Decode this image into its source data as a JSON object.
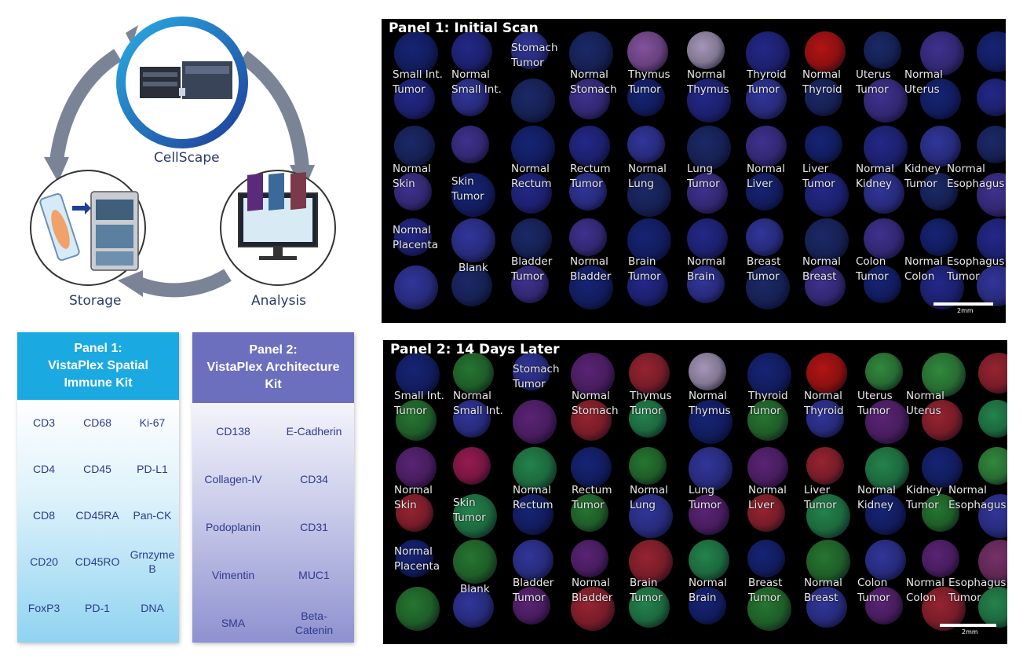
{
  "cycle": {
    "top_label": "CellScape",
    "left_label": "Storage",
    "right_label": "Analysis",
    "icons": [
      "cellscape-instrument-icon",
      "storage-cabinet-icon",
      "analysis-monitor-icon",
      "slide-icon"
    ]
  },
  "panel1_kit": {
    "title_lines": [
      "Panel 1:",
      "VistaPlex Spatial",
      "Immune Kit"
    ],
    "header_color": "#1ba9e1",
    "markers": [
      [
        "CD3",
        "CD68",
        "Ki-67"
      ],
      [
        "CD4",
        "CD45",
        "PD-L1"
      ],
      [
        "CD8",
        "CD45RA",
        "Pan-CK"
      ],
      [
        "CD20",
        "CD45RO",
        "Grnzyme B"
      ],
      [
        "FoxP3",
        "PD-1",
        "DNA"
      ]
    ]
  },
  "panel2_kit": {
    "title_lines": [
      "Panel 2:",
      "VistaPlex Architecture",
      "Kit"
    ],
    "header_color": "#6c6fbd",
    "markers": [
      [
        "CD138",
        "E-Cadherin"
      ],
      [
        "Collagen-IV",
        "CD34"
      ],
      [
        "Podoplanin",
        "CD31"
      ],
      [
        "Vimentin",
        "MUC1"
      ],
      [
        "SMA",
        "Beta-Catenin"
      ]
    ]
  },
  "scan1": {
    "title": "Panel 1: Initial Scan",
    "scale": "2mm",
    "rows": [
      [
        "Small Int.\nTumor",
        "Normal\nSmall Int.",
        "Stomach\nTumor",
        "Normal\nStomach",
        "Thymus\nTumor",
        "Normal\nThymus",
        "Thyroid\nTumor",
        "Normal\nThyroid",
        "Uterus\nTumor",
        "Normal\nUterus"
      ],
      [
        "Normal\nSkin",
        "Skin\nTumor",
        "Normal\nRectum",
        "Rectum\nTumor",
        "Normal\nLung",
        "Lung\nTumor",
        "Normal\nLiver",
        "Liver\nTumor",
        "Normal\nKidney",
        "Kidney\nTumor",
        "Normal\nEsophagus"
      ],
      [
        "Normal\nPlacenta",
        "Blank",
        "Bladder\nTumor",
        "Normal\nBladder",
        "Brain\nTumor",
        "Normal\nBrain",
        "Breast\nTumor",
        "Normal\nBreast",
        "Colon\nTumor",
        "Normal\nColon",
        "Esophagus\nTumor"
      ]
    ]
  },
  "scan2": {
    "title": "Panel 2: 14 Days Later",
    "scale": "2mm",
    "rows": [
      [
        "Small Int.\nTumor",
        "Normal\nSmall Int.",
        "Stomach\nTumor",
        "Normal\nStomach",
        "Thymus\nTumor",
        "Normal\nThymus",
        "Thyroid\nTumor",
        "Normal\nThyroid",
        "Uterus\nTumor",
        "Normal\nUterus"
      ],
      [
        "Normal\nSkin",
        "Skin\nTumor",
        "Normal\nRectum",
        "Rectum\nTumor",
        "Normal\nLung",
        "Lung\nTumor",
        "Normal\nLiver",
        "Liver\nTumor",
        "Normal\nKidney",
        "Kidney\nTumor",
        "Normal\nEsophagus"
      ],
      [
        "Normal\nPlacenta",
        "Blank",
        "Bladder\nTumor",
        "Normal\nBladder",
        "Brain\nTumor",
        "Normal\nBrain",
        "Breast\nTumor",
        "Normal\nBreast",
        "Colon\nTumor",
        "Normal\nColon",
        "Esophagus\nTumor"
      ]
    ]
  }
}
